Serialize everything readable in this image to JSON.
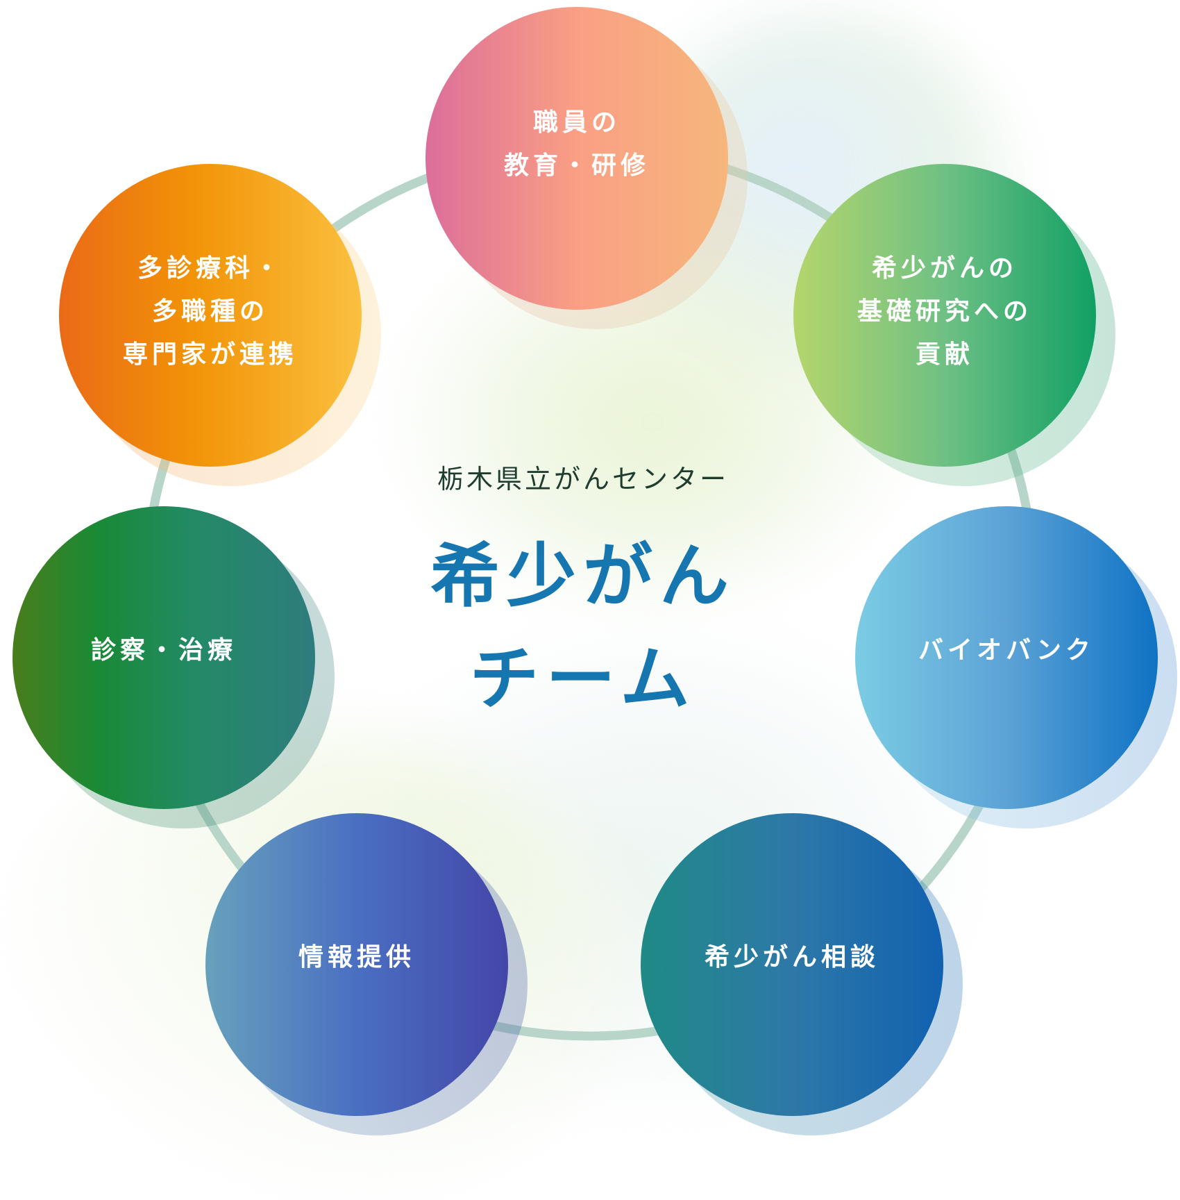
{
  "center": {
    "subtitle": "栃木県立がんセンター",
    "title_line1": "希少がん",
    "title_line2": "チーム",
    "subtitle_color": "#1f3d2f",
    "title_color": "#1677b0"
  },
  "ring": {
    "color": "#b7d5c8"
  },
  "nodes": [
    {
      "id": "education",
      "lines": [
        "職員の",
        "教育・研修"
      ],
      "gradient": [
        "#db6e9a",
        "#fa9f84",
        "#f6b67c"
      ]
    },
    {
      "id": "research",
      "lines": [
        "希少がんの",
        "基礎研究への",
        "貢献"
      ],
      "gradient": [
        "#b5d56c",
        "#6fc084",
        "#12a065"
      ]
    },
    {
      "id": "biobank",
      "lines": [
        "バイオバンク"
      ],
      "gradient": [
        "#7ccce4",
        "#5ca3d6",
        "#0f72c4"
      ]
    },
    {
      "id": "consultation",
      "lines": [
        "希少がん相談"
      ],
      "gradient": [
        "#1f8a86",
        "#2e78a8",
        "#1161b0"
      ]
    },
    {
      "id": "information",
      "lines": [
        "情報提供"
      ],
      "gradient": [
        "#67a1bc",
        "#4a6fc2",
        "#4446a8"
      ]
    },
    {
      "id": "treatment",
      "lines": [
        "診察・治療"
      ],
      "gradient": [
        "#4a7d1c",
        "#198a35",
        "#2f7c7e"
      ]
    },
    {
      "id": "collaboration",
      "lines": [
        "多診療科・",
        "多職種の",
        "専門家が連携"
      ],
      "gradient": [
        "#ea6a17",
        "#f29407",
        "#fac040"
      ]
    }
  ]
}
